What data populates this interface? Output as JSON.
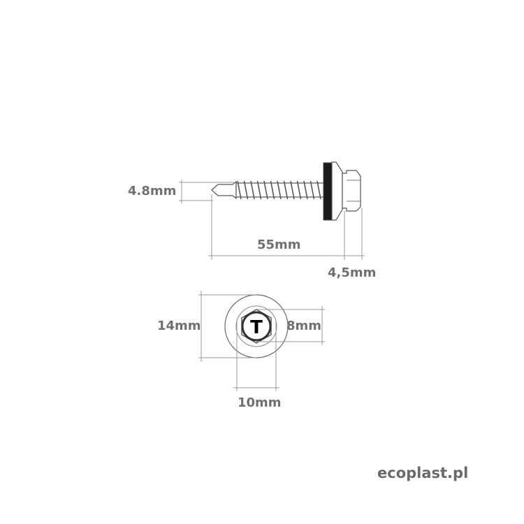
{
  "side_view": {
    "diameter_label": "4.8mm",
    "length_label": "55mm",
    "head_label": "4,5mm"
  },
  "front_view": {
    "washer_label": "14mm",
    "hex_label": "8mm",
    "head_label": "10mm",
    "drive_symbol": "T"
  },
  "brand": "ecoplast.pl",
  "colors": {
    "label": "#707070",
    "washer": "#1a1a1a",
    "dimension_lines": "#9a9a9a"
  }
}
